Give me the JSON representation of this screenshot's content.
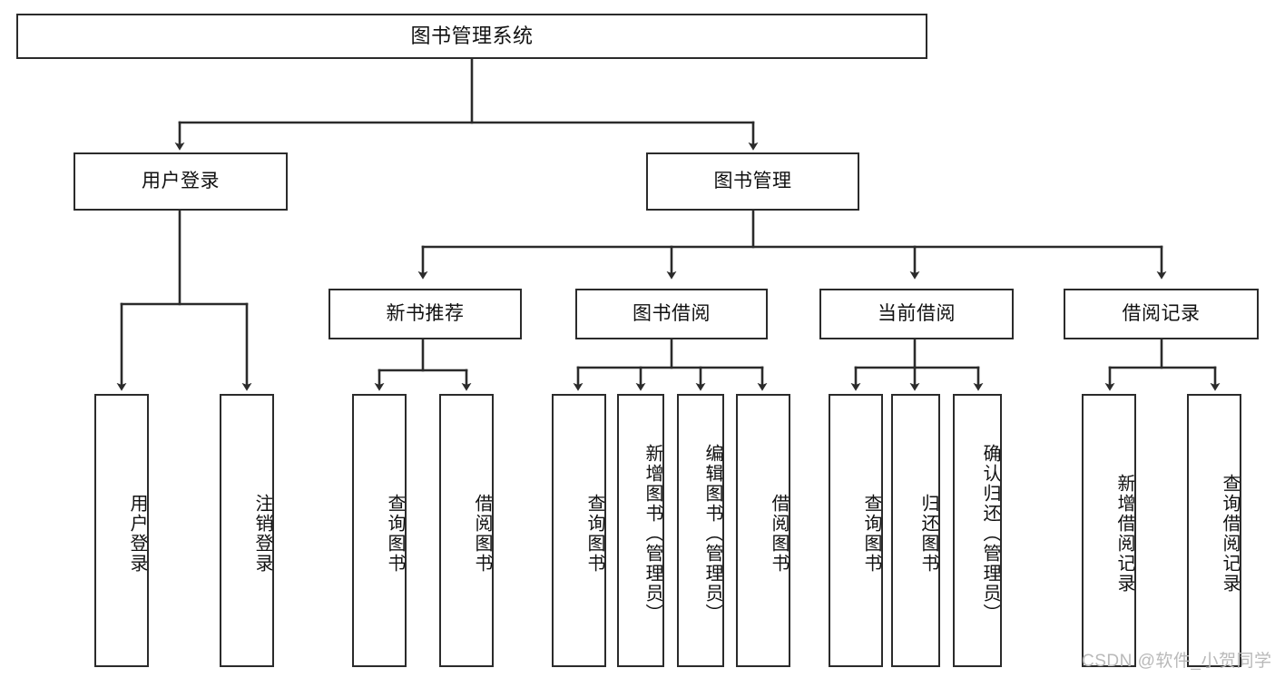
{
  "diagram": {
    "title": "图书管理系统",
    "background_color": "#ffffff",
    "line_color": "#2b2b2b",
    "box_fill": "#ffffff",
    "text_color": "#111111",
    "root": {
      "label": "图书管理系统"
    },
    "level2": [
      {
        "label": "用户登录"
      },
      {
        "label": "图书管理"
      }
    ],
    "level3": [
      {
        "label": "新书推荐"
      },
      {
        "label": "图书借阅"
      },
      {
        "label": "当前借阅"
      },
      {
        "label": "借阅记录"
      }
    ],
    "leaves": {
      "user_login": [
        {
          "label": "用户登录"
        },
        {
          "label": "注销登录"
        }
      ],
      "new_book_recommend": [
        {
          "label": "查询图书"
        },
        {
          "label": "借阅图书"
        }
      ],
      "book_borrow": [
        {
          "label": "查询图书"
        },
        {
          "label": "新增图书（管理员）"
        },
        {
          "label": "编辑图书（管理员）"
        },
        {
          "label": "借阅图书"
        }
      ],
      "current_borrow": [
        {
          "label": "查询图书"
        },
        {
          "label": "归还图书"
        },
        {
          "label": "确认归还（管理员）"
        }
      ],
      "borrow_records": [
        {
          "label": "新增借阅记录"
        },
        {
          "label": "查询借阅记录"
        }
      ]
    }
  },
  "watermark": {
    "text": "CSDN @软件_小贺同学"
  }
}
